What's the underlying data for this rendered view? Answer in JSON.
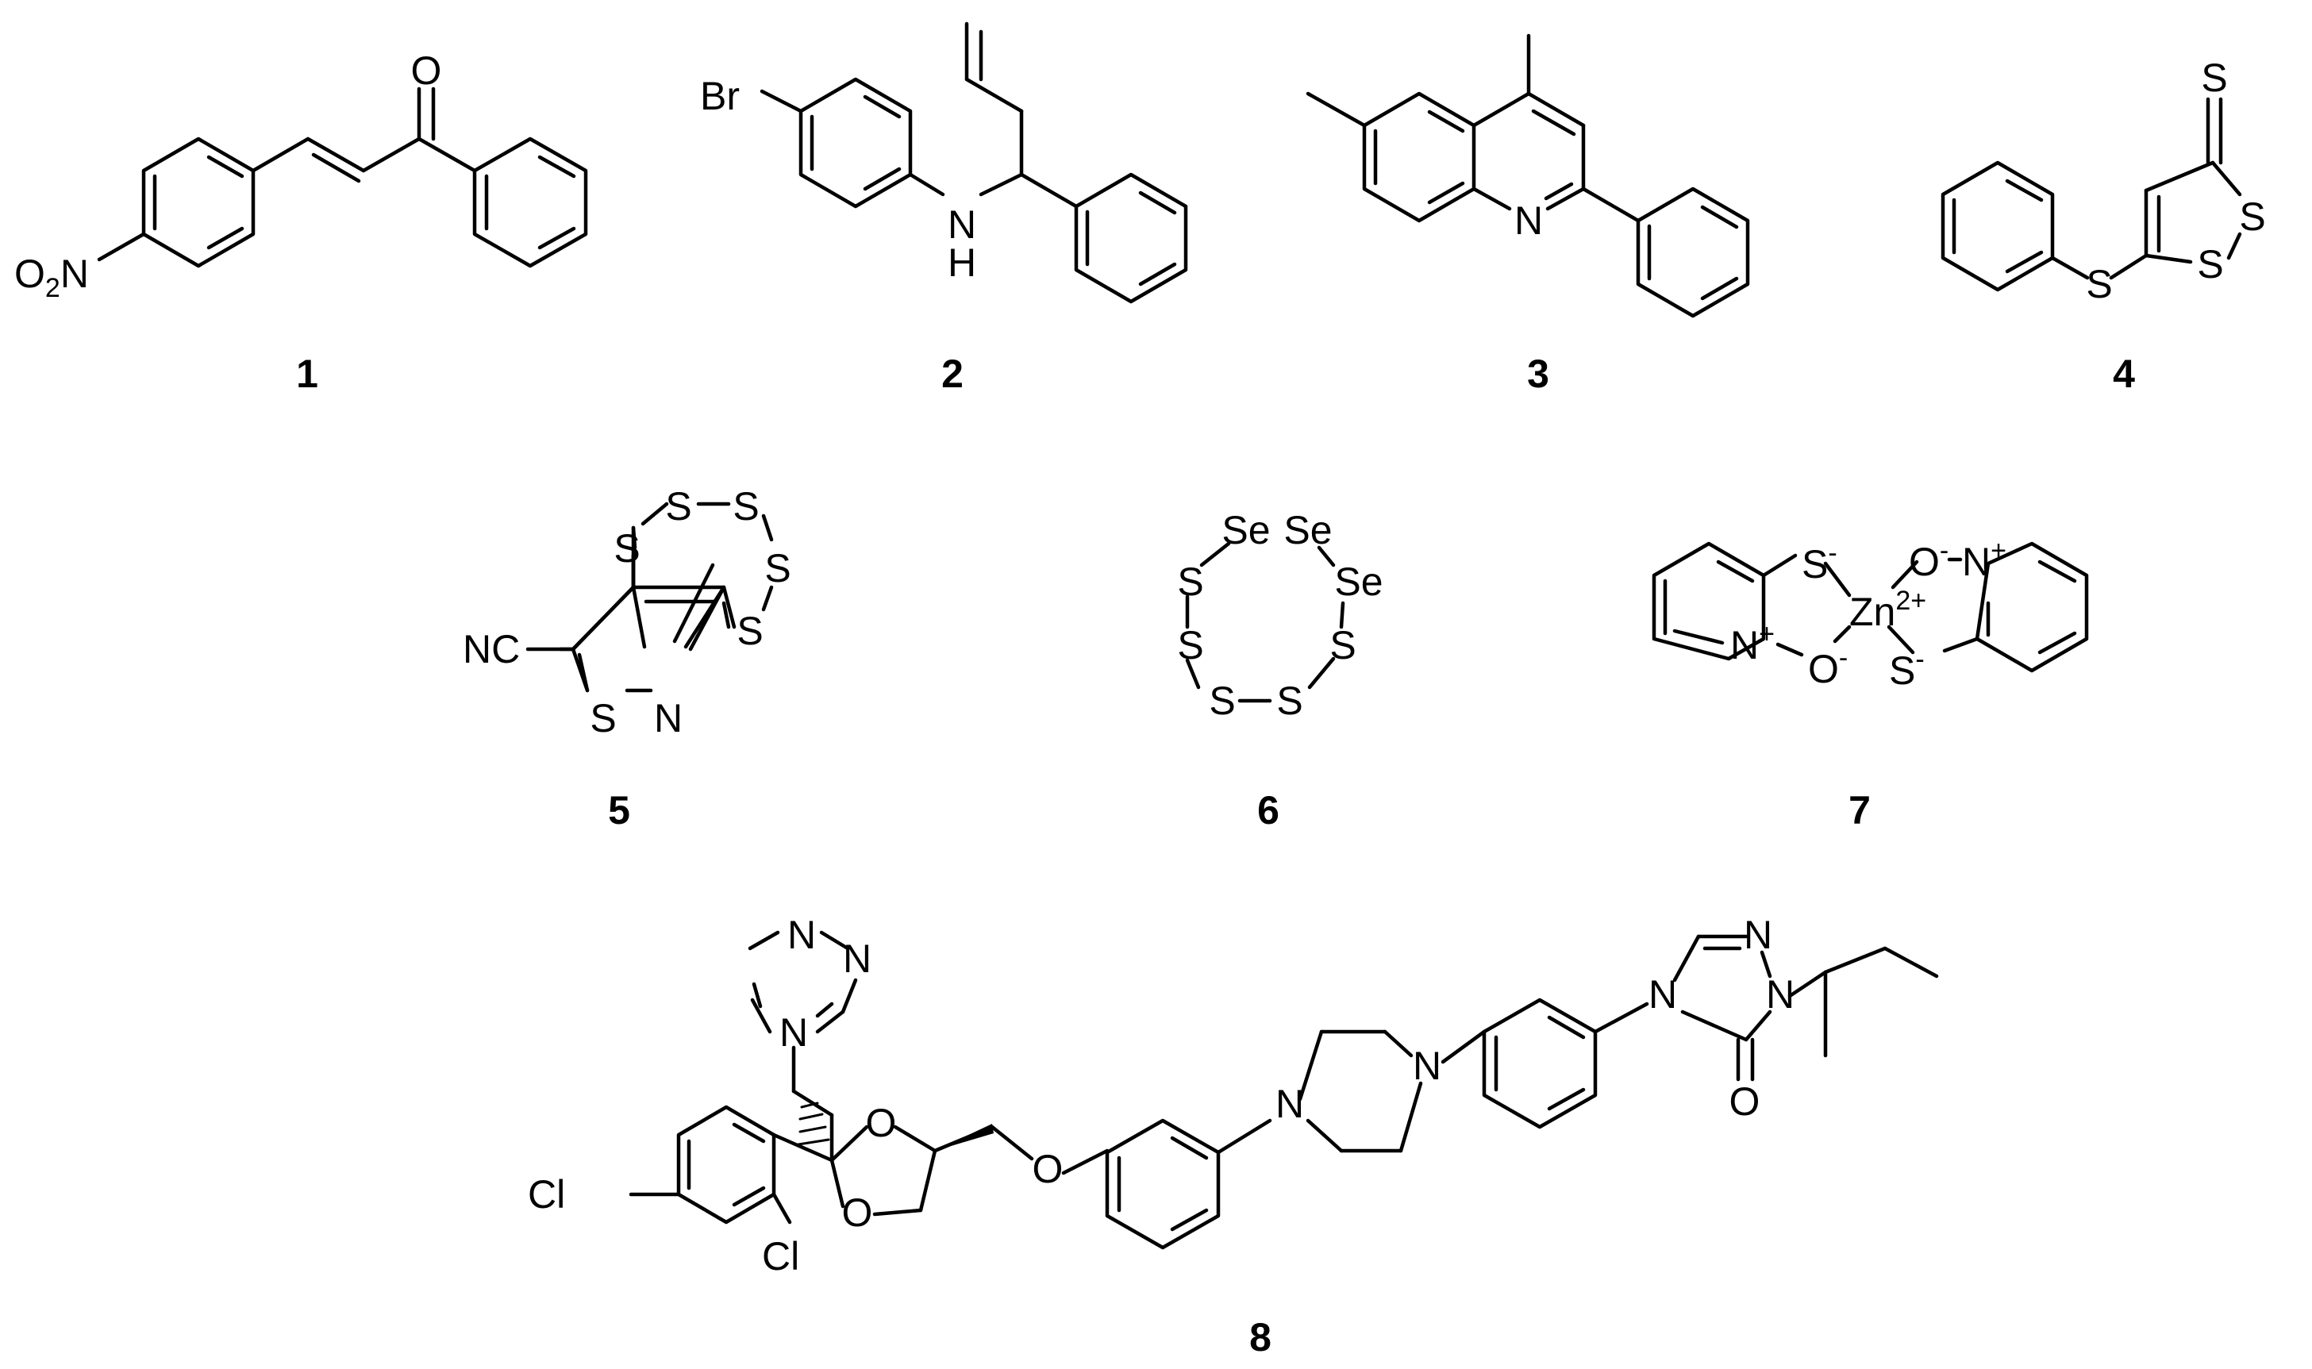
{
  "compounds": [
    {
      "number": "1",
      "labels": {
        "oxygen": "O",
        "nitro": "O",
        "nitro_sub": "2",
        "nitro_n": "N"
      }
    },
    {
      "number": "2",
      "labels": {
        "bromo": "Br",
        "nh_n": "N",
        "nh_h": "H"
      }
    },
    {
      "number": "3",
      "labels": {
        "n": "N"
      }
    },
    {
      "number": "4",
      "labels": {
        "thione_s": "S",
        "ring_s1": "S",
        "ring_s2": "S",
        "thioether_s": "S"
      }
    },
    {
      "number": "5",
      "labels": {
        "s1": "S",
        "s2": "S",
        "s3": "S",
        "s4": "S",
        "s5": "S",
        "nitrile": "NC",
        "ring_s": "S",
        "ring_n": "N"
      }
    },
    {
      "number": "6",
      "labels": {
        "se1": "Se",
        "se2": "Se",
        "se3": "Se",
        "s1": "S",
        "s2": "S",
        "s3": "S",
        "s4": "S",
        "s5": "S"
      }
    },
    {
      "number": "7",
      "labels": {
        "s_left": "S",
        "minus": "-",
        "o_top": "O",
        "n_right": "N",
        "plus": "+",
        "zn": "Zn",
        "zn_charge": "2+",
        "n_left": "N",
        "o_bottom": "O",
        "s_bottom": "S"
      }
    },
    {
      "number": "8",
      "labels": {
        "tri_n1": "N",
        "tri_n2": "N",
        "tri_n3": "N",
        "diox_o1": "O",
        "diox_o2": "O",
        "ether_o": "O",
        "pip_n1": "N",
        "pip_n2": "N",
        "tr_n1": "N",
        "tr_n2": "N",
        "tr_n3": "N",
        "carbonyl_o": "O",
        "cl1": "Cl",
        "cl2": "Cl"
      }
    }
  ]
}
